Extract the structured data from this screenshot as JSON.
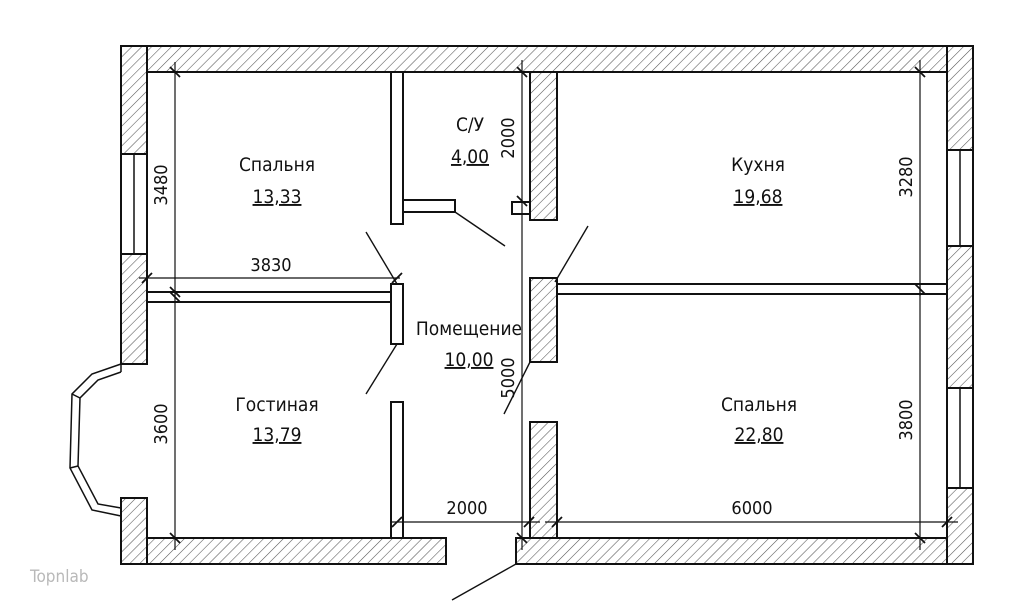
{
  "rooms": [
    {
      "name": "Спальня",
      "area": "13,33"
    },
    {
      "name": "С/У",
      "area": "4,00"
    },
    {
      "name": "Кухня",
      "area": "19,68"
    },
    {
      "name": "Помещение",
      "area": "10,00"
    },
    {
      "name": "Гостиная",
      "area": "13,79"
    },
    {
      "name": "Спальня",
      "area": "22,80"
    }
  ],
  "dimensions": {
    "bedroom_left_height": "3480",
    "bedroom_left_width": "3830",
    "bathroom_height": "2000",
    "kitchen_height": "3280",
    "living_height": "3600",
    "corridor_height": "5000",
    "bottom_middle_width": "2000",
    "bedroom_right_width": "6000",
    "bedroom_right_height": "3800"
  },
  "watermark": "Topnlab"
}
